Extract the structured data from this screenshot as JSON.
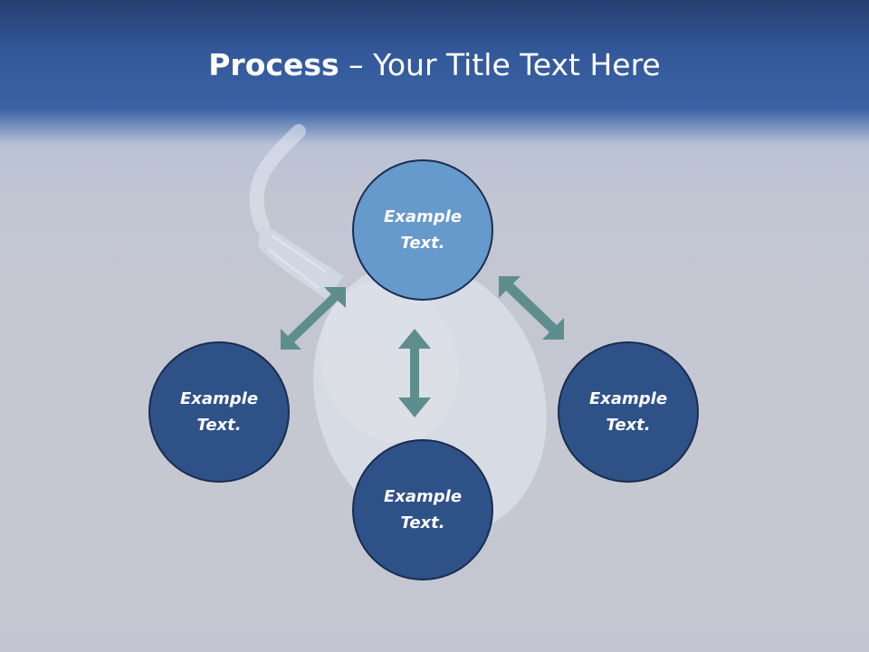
{
  "title": {
    "bold_part": "Process",
    "rest_part": " – Your Title Text Here"
  },
  "diagram": {
    "nodes": {
      "top": "Example Text.",
      "left": "Example Text.",
      "right": "Example Text.",
      "bottom": "Example Text."
    },
    "arrows": [
      "top-left",
      "top-right",
      "center-vertical"
    ]
  },
  "colors": {
    "header": "#34599a",
    "node_highlight": "#6699cc",
    "node_default": "#2e5188",
    "node_border": "#1a2d4f",
    "arrow": "#5d8e8d",
    "background": "#c6c8d1"
  }
}
